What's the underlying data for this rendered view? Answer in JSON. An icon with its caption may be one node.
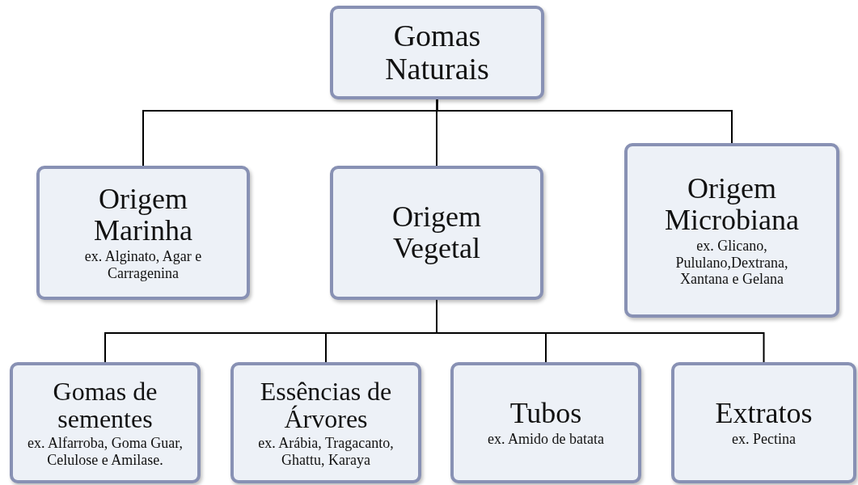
{
  "diagram": {
    "nodes": [
      {
        "text": [
          "Gomas Naturais"
        ]
      },
      {
        "text": [
          "Origem Marinha",
          "ex. Alginato, Agar e Carragenina"
        ]
      },
      {
        "text": [
          "Origem Vegetal"
        ]
      },
      {
        "text": [
          "Origem Microbiana",
          "ex. Glicano, Pululano,Dextrana, Xantana e Gelana"
        ]
      },
      {
        "text": [
          "Gomas de sementes",
          "ex. Alfarroba, Goma Guar, Celulose e Amilase."
        ]
      },
      {
        "text": [
          "Essências de Árvores",
          "ex. Arábia, Tragacanto, Ghattu, Karaya"
        ]
      },
      {
        "text": [
          "Tubos",
          "ex. Amido de batata"
        ]
      },
      {
        "text": [
          "Extratos",
          "ex. Pectina"
        ]
      }
    ],
    "edges": [
      {
        "from": 0,
        "to": 1,
        "arrow": "none"
      },
      {
        "from": 0,
        "to": 2,
        "arrow": "none"
      },
      {
        "from": 0,
        "to": 3,
        "arrow": "none"
      },
      {
        "from": 2,
        "to": 4,
        "arrow": "none"
      },
      {
        "from": 2,
        "to": 5,
        "arrow": "none"
      },
      {
        "from": 2,
        "to": 6,
        "arrow": "none"
      },
      {
        "from": 2,
        "to": 7,
        "arrow": "none"
      }
    ]
  }
}
